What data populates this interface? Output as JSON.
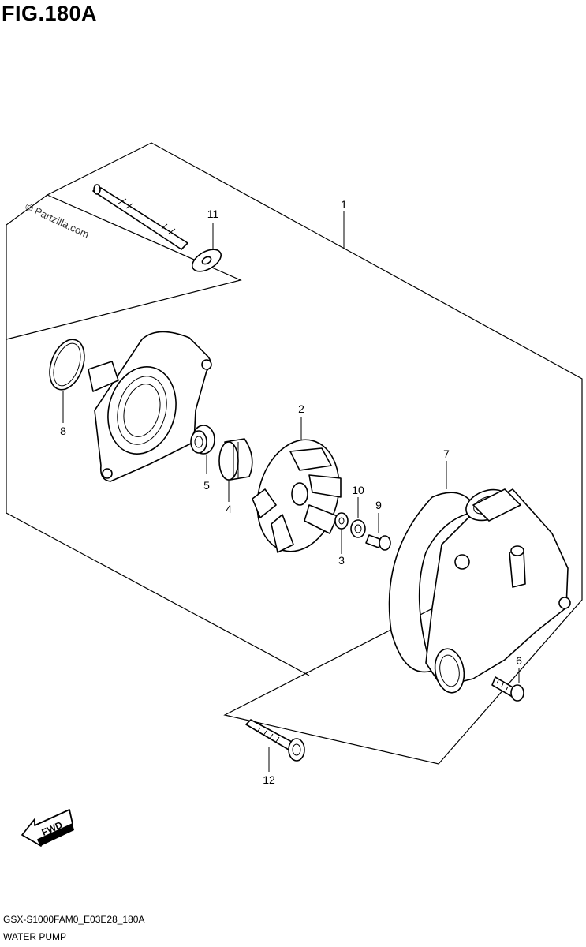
{
  "figure": {
    "title": "FIG.180A",
    "watermark": "© Partzilla.com",
    "code": "GSX-S1000FAM0_E03E28_180A",
    "name": "WATER PUMP",
    "fwd_label": "FWD"
  },
  "callouts": {
    "c1": "1",
    "c2": "2",
    "c3": "3",
    "c4": "4",
    "c5": "5",
    "c6": "6",
    "c7": "7",
    "c8": "8",
    "c9": "9",
    "c10": "10",
    "c11": "11",
    "c12": "12"
  }
}
